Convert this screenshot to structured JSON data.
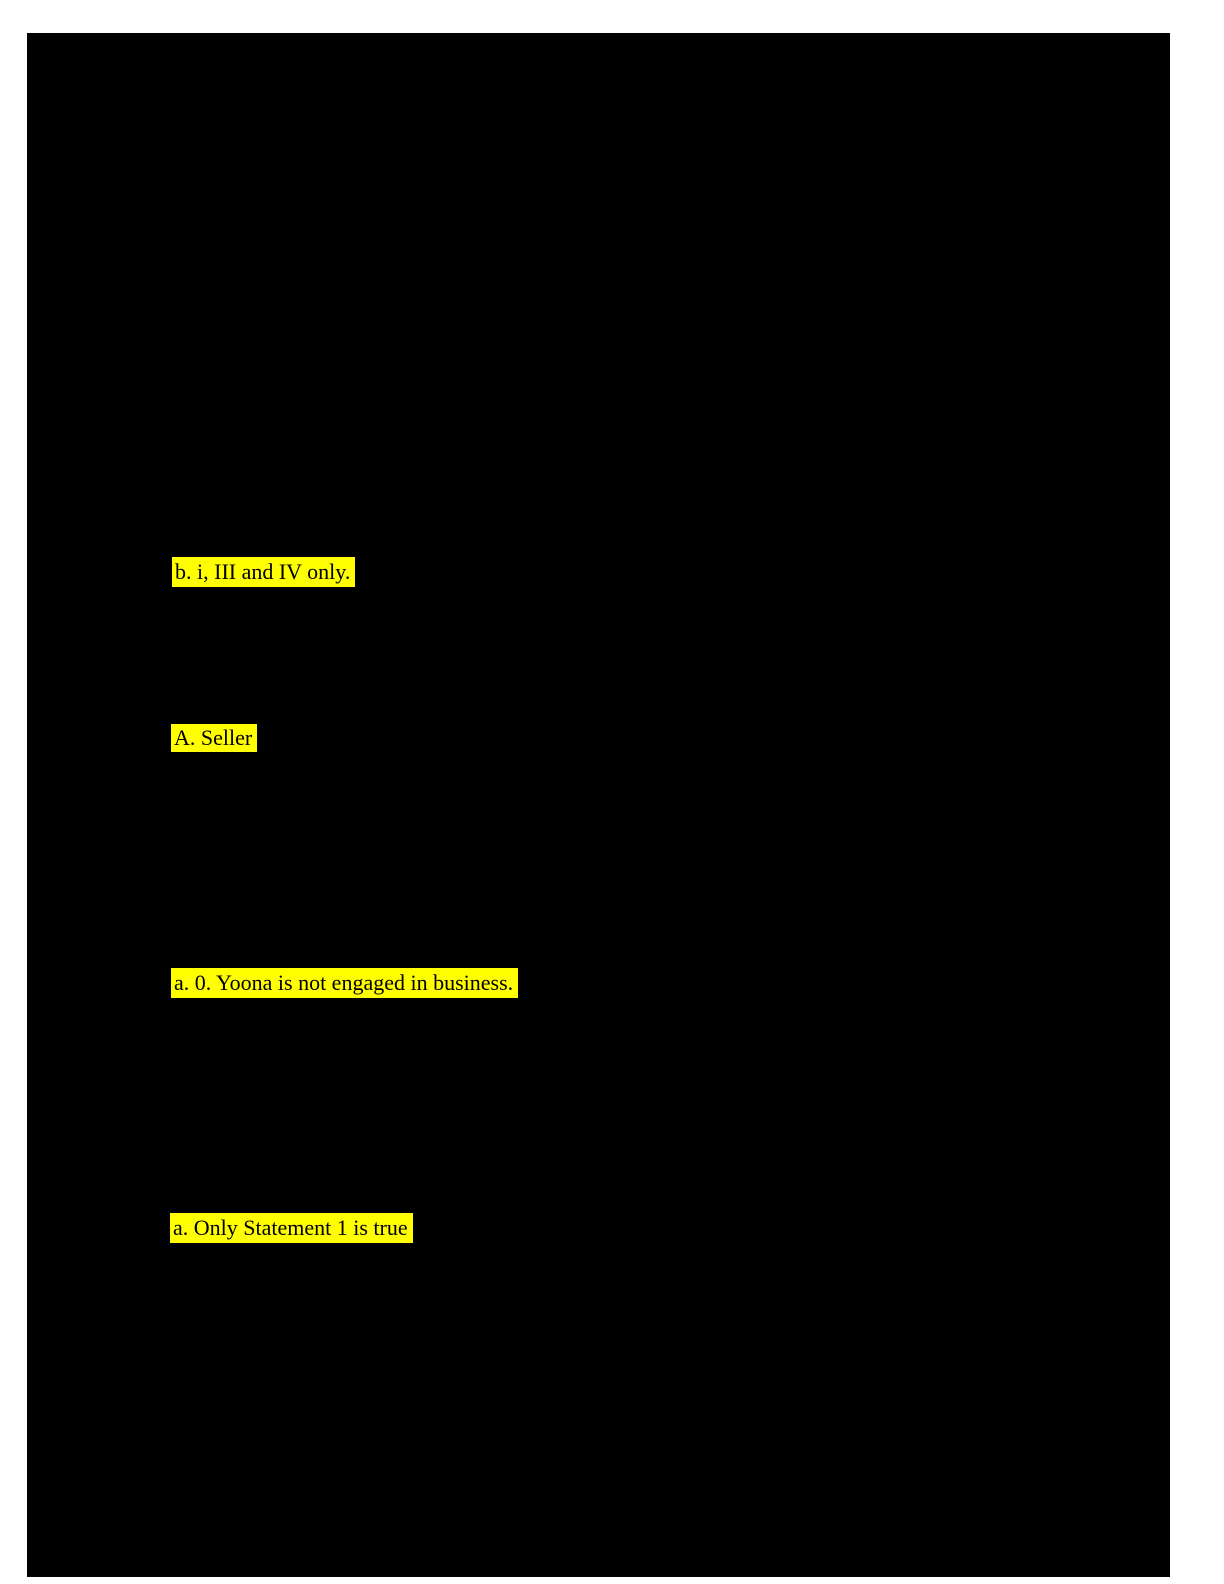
{
  "document": {
    "page_background": "#000000",
    "margin_background": "#ffffff",
    "highlight_color": "#ffff00",
    "text_color": "#000000"
  },
  "highlights": {
    "items": [
      {
        "text": "b. i, III and IV only."
      },
      {
        "text": "A. Seller"
      },
      {
        "text": "a. 0. Yoona is not engaged in business."
      },
      {
        "text": "a. Only Statement 1 is true"
      }
    ]
  }
}
